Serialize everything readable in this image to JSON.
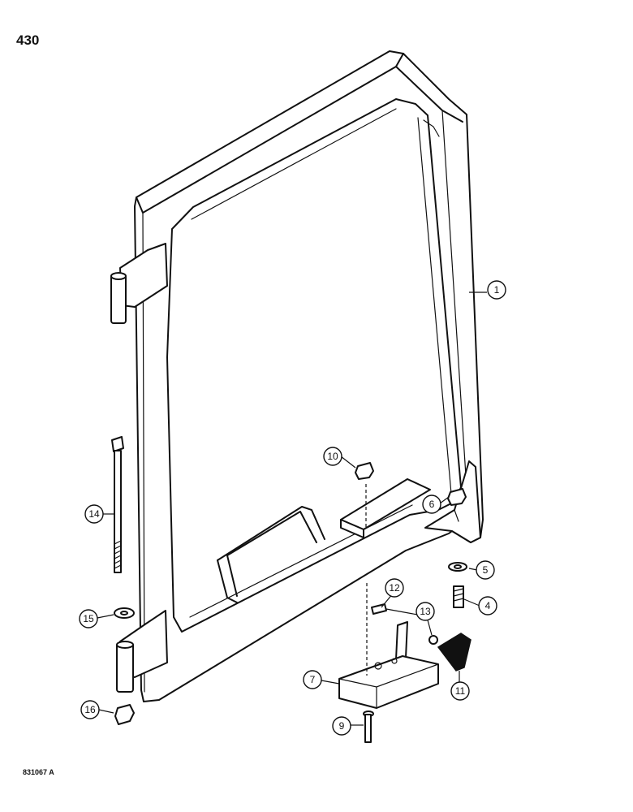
{
  "page_number": "430",
  "drawing_code": "831067 A",
  "callouts": [
    {
      "id": "1",
      "label": "1"
    },
    {
      "id": "4",
      "label": "4"
    },
    {
      "id": "5",
      "label": "5"
    },
    {
      "id": "6",
      "label": "6"
    },
    {
      "id": "7",
      "label": "7"
    },
    {
      "id": "9",
      "label": "9"
    },
    {
      "id": "10",
      "label": "10"
    },
    {
      "id": "11",
      "label": "11"
    },
    {
      "id": "12",
      "label": "12"
    },
    {
      "id": "13",
      "label": "13"
    },
    {
      "id": "14",
      "label": "14"
    },
    {
      "id": "15",
      "label": "15"
    },
    {
      "id": "16",
      "label": "16"
    }
  ]
}
